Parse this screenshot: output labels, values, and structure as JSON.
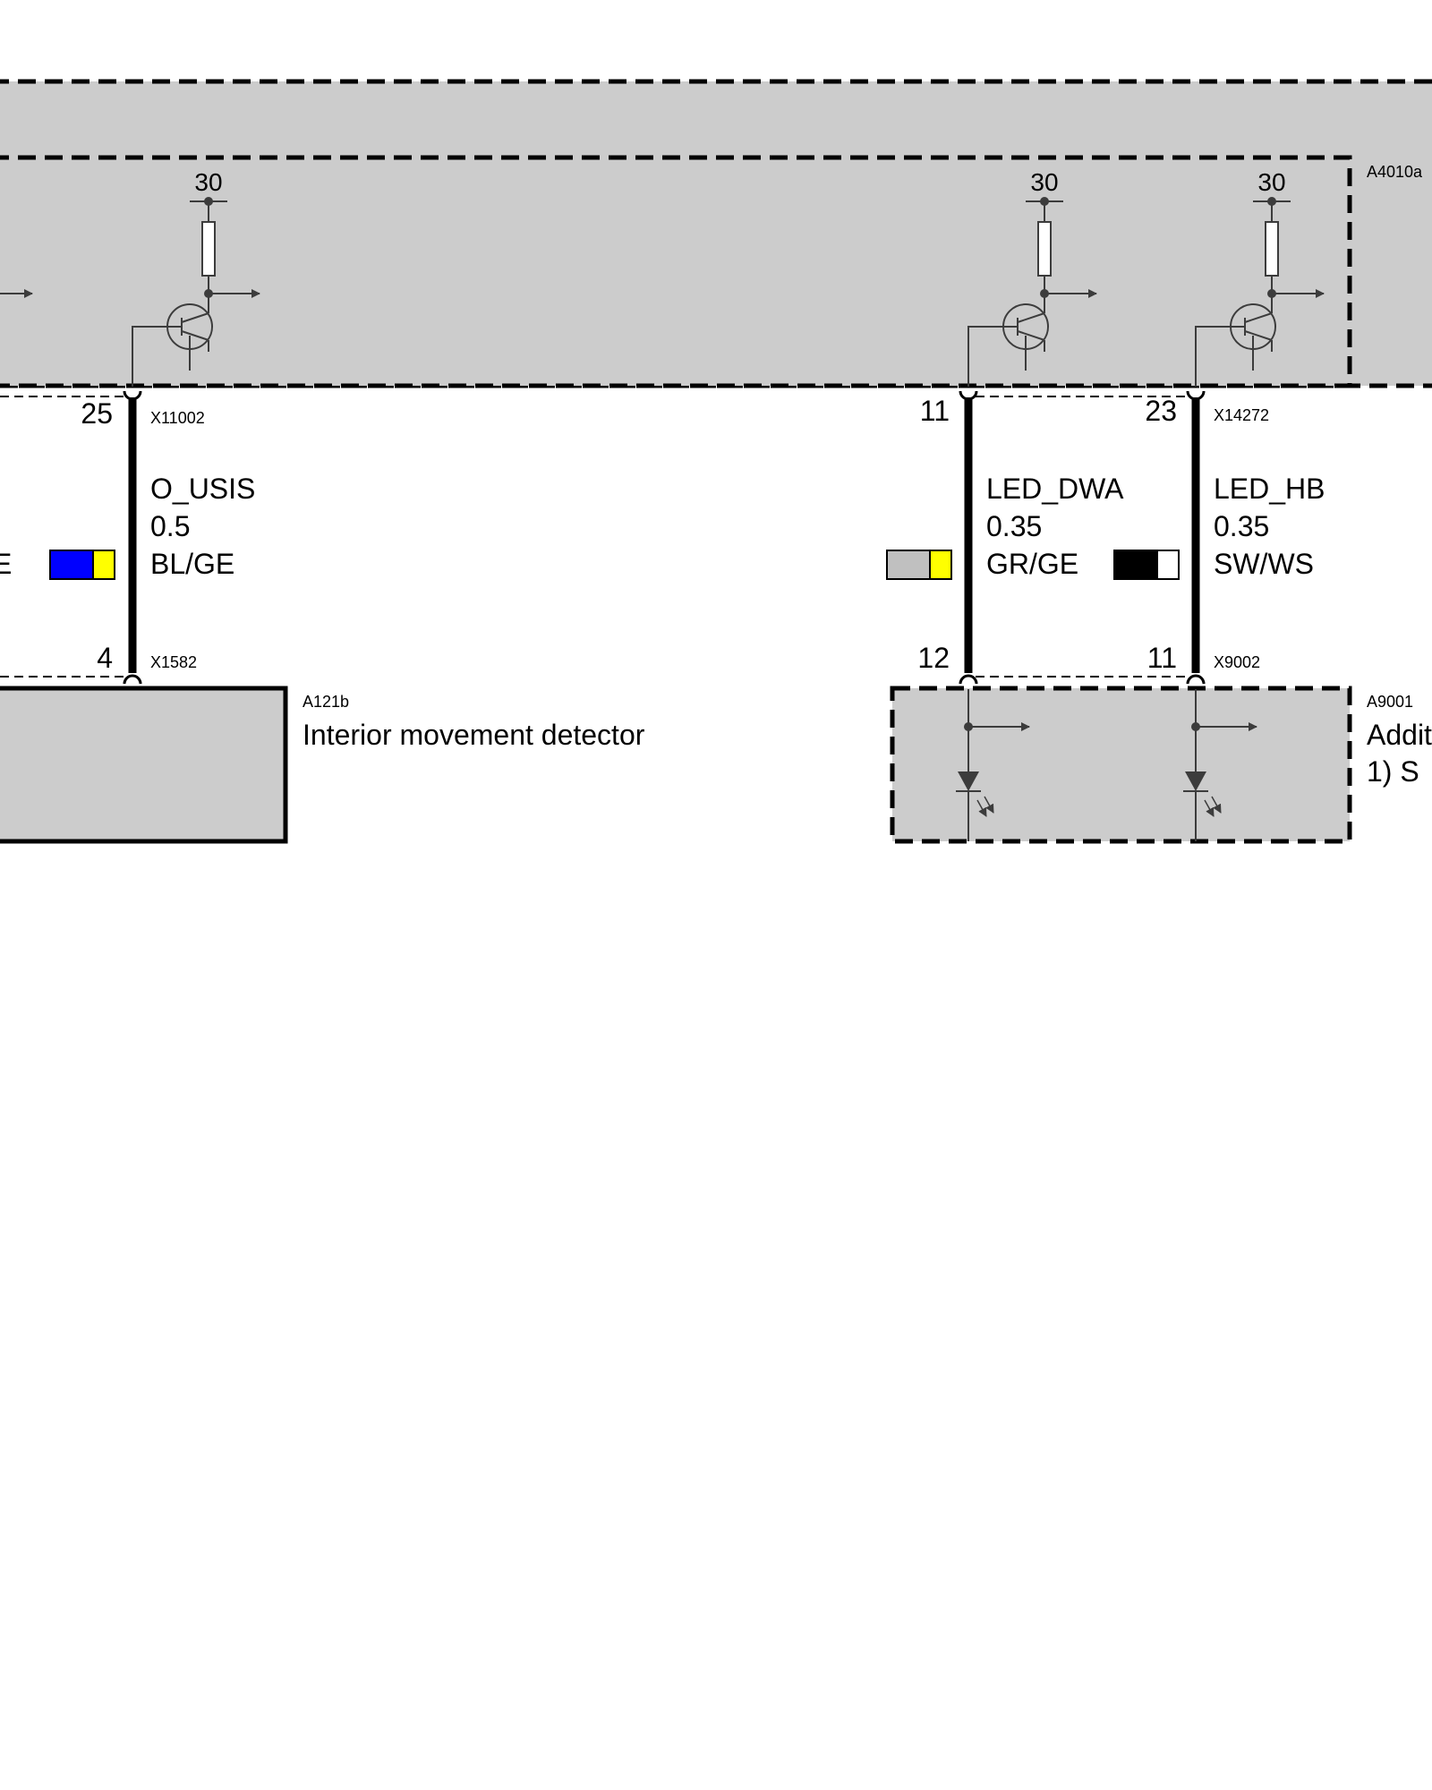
{
  "modules": {
    "control_unit": {
      "id": "A4010a"
    },
    "movement_detector": {
      "id": "A121b",
      "label": "Interior movement detector"
    },
    "additional": {
      "id": "A9001",
      "label": "Addit",
      "note": "1)   S"
    }
  },
  "supplies": {
    "s1": "30",
    "s2": "30",
    "s3": "30"
  },
  "connectors": {
    "x11002": "X11002",
    "x14272": "X14272",
    "x1582": "X1582",
    "x9002": "X9002"
  },
  "pins": {
    "p25": "25",
    "p11_top": "11",
    "p23": "23",
    "p4": "4",
    "p12": "12",
    "p11_bottom": "11"
  },
  "wires": [
    {
      "signal": "O_USIS",
      "gauge": "0.5",
      "color_code": "BL/GE",
      "color_main": "#0000ff",
      "color_stripe": "#ffff00"
    },
    {
      "signal": "LED_DWA",
      "gauge": "0.35",
      "color_code": "GR/GE",
      "color_main": "#c0c0c0",
      "color_stripe": "#ffff00"
    },
    {
      "signal": "LED_HB",
      "gauge": "0.35",
      "color_code": "SW/WS",
      "color_main": "#000000",
      "color_stripe": "#ffffff"
    }
  ],
  "clipped_wire_code_fragment": "E",
  "colors": {
    "module_fill": "#cccccc",
    "line": "#000000",
    "symbol": "#3c3c3c"
  }
}
